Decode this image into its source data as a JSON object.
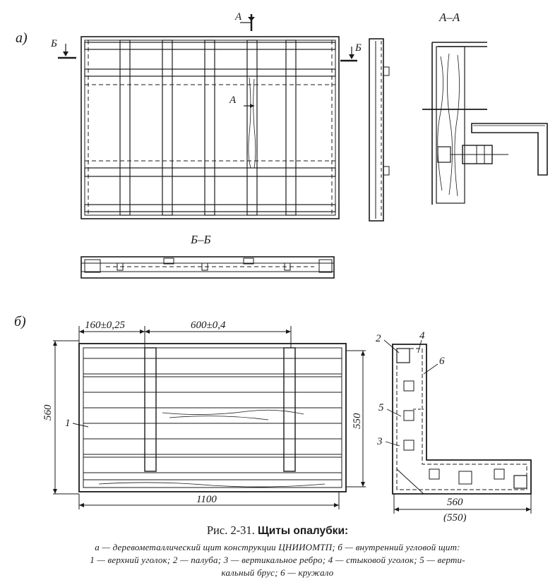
{
  "labels": {
    "part_a": "а)",
    "part_b": "б)",
    "section_a": "А",
    "section_b": "Б",
    "section_aa": "А–А",
    "section_bb": "Б–Б"
  },
  "dimensions": {
    "d_160": "160±0,25",
    "d_600": "600±0,4",
    "d_560_left": "560",
    "d_550_right": "550",
    "d_1100": "1100",
    "d_560_corner": "560",
    "d_550_corner": "(550)"
  },
  "callouts": [
    "1",
    "2",
    "3",
    "4",
    "5",
    "6"
  ],
  "caption": {
    "title_prefix": "Рис. 2-31.",
    "title_bold": "Щиты опалубки:",
    "line1": "а — деревометаллический щит конструкции ЦНИИОМТП; б — внутренний угловой щит:",
    "line2": "1 — верхний уголок; 2 — палуба; 3 — вертикальное ребро; 4 — стыковой уголок; 5 — верти-",
    "line3": "кальный брус; 6 — кружало"
  }
}
